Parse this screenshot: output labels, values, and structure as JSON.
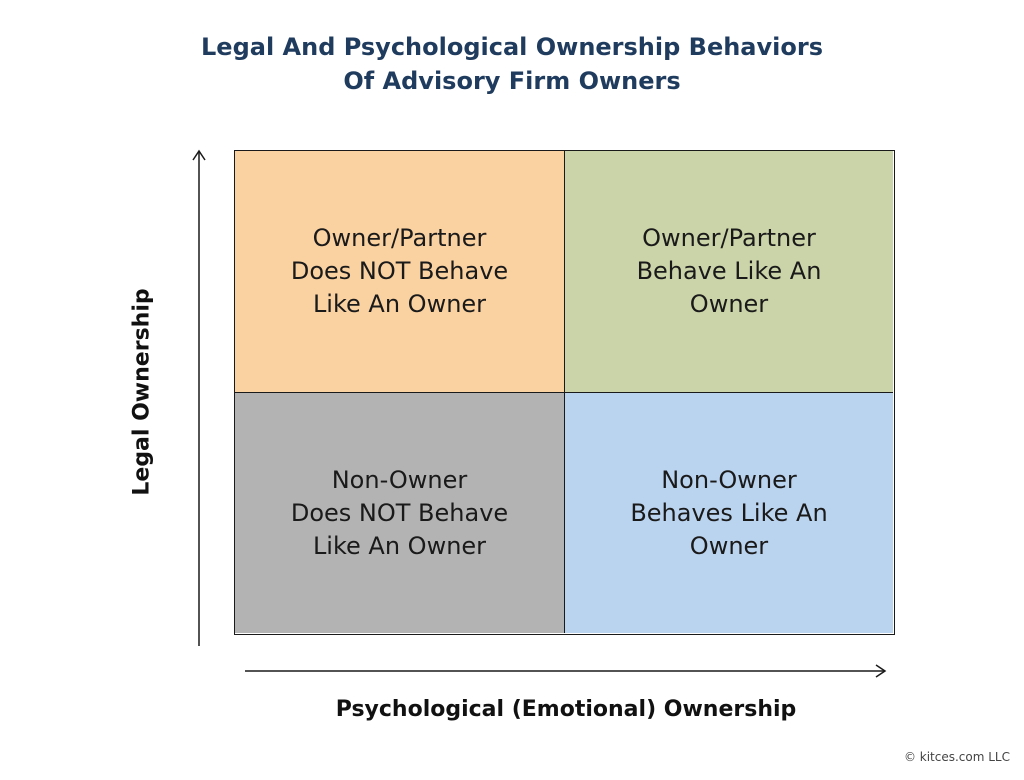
{
  "title": {
    "line1": "Legal And Psychological Ownership Behaviors",
    "line2": "Of Advisory Firm Owners"
  },
  "axes": {
    "y_label": "Legal Ownership",
    "x_label": "Psychological (Emotional) Ownership"
  },
  "quadrants": {
    "top_left": {
      "lines": [
        "Owner/Partner",
        "Does NOT Behave",
        "Like An Owner"
      ],
      "color": "#fad1a1"
    },
    "top_right": {
      "lines": [
        "Owner/Partner",
        "Behave Like An",
        "Owner"
      ],
      "color": "#cbd4a8"
    },
    "bottom_left": {
      "lines": [
        "Non-Owner",
        "Does NOT Behave",
        "Like An Owner"
      ],
      "color": "#b3b3b3"
    },
    "bottom_right": {
      "lines": [
        "Non-Owner",
        "Behaves Like An",
        "Owner"
      ],
      "color": "#bad3ef"
    }
  },
  "colors": {
    "title": "#1f3b5e",
    "border": "#1a1a1a"
  },
  "footer": {
    "copyright": "© kitces.com LLC"
  }
}
